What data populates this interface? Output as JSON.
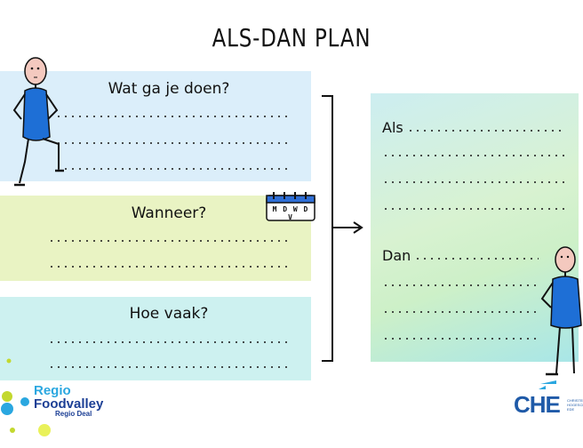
{
  "title": "ALS-DAN PLAN",
  "questions": {
    "what": "Wat ga je doen?",
    "when": "Wanneer?",
    "how_often": "Hoe vaak?"
  },
  "calendar": {
    "days": "M D W D V"
  },
  "plan": {
    "if_label": "Als",
    "then_label": "Dan"
  },
  "logos": {
    "left_line1": "Regio",
    "left_line2": "Foodvalley",
    "left_line3": "Regio Deal",
    "right_main": "CHE",
    "right_small": "CHRISTELIJKE HOGESCHOOL EDE"
  },
  "colors": {
    "what_panel": "#dbeefa",
    "when_panel": "#e9f3c3",
    "how_often_panel": "#cdf1f0",
    "figure_body": "#1e6fd6",
    "calendar_header": "#2f6fd6"
  },
  "icons": [
    "calendar-icon",
    "stick-figure-icon",
    "arrow-right-icon",
    "bracket-icon"
  ]
}
